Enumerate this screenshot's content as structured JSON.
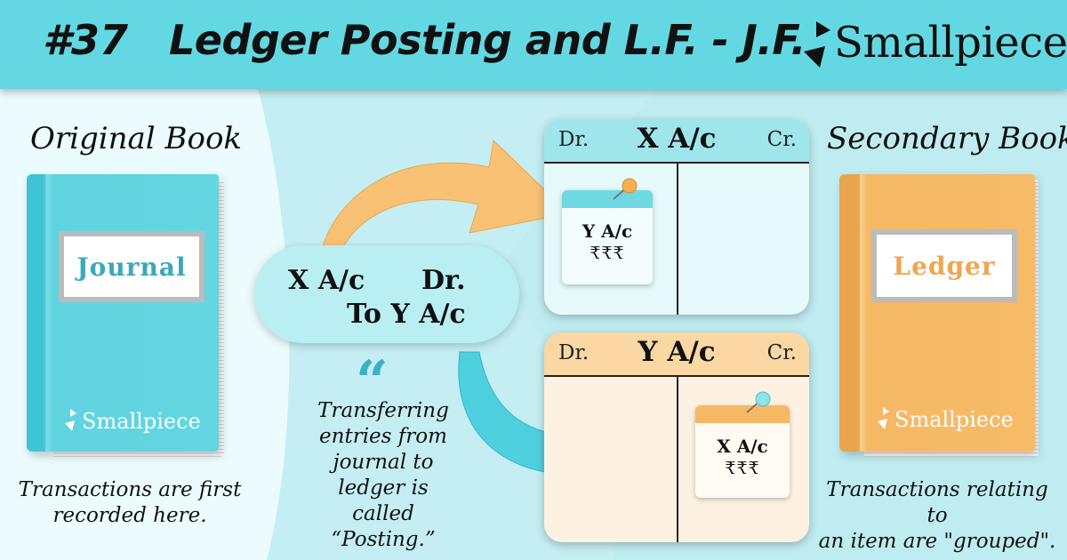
{
  "header": {
    "number": "#37",
    "title": "Ledger Posting and L.F. - J.F.",
    "brand": "Smallpiece"
  },
  "original_book": {
    "heading": "Original Book",
    "label": "Journal",
    "brand": "Smallpiece",
    "caption_line1": "Transactions are first",
    "caption_line2": "recorded here."
  },
  "secondary_book": {
    "heading": "Secondary Book",
    "label": "Ledger",
    "brand": "Smallpiece",
    "caption_line1": "Transactions relating to",
    "caption_line2": "an item are \"grouped\"."
  },
  "journal_entry": {
    "debit_account": "X A/c",
    "debit_marker": "Dr.",
    "credit_line": "To Y A/c"
  },
  "posting_note": {
    "line1": "Transferring",
    "line2": "entries from",
    "line3": "journal to",
    "line4": "ledger is called",
    "line5": "“Posting.”"
  },
  "ledger_x": {
    "dr": "Dr.",
    "name": "X A/c",
    "cr": "Cr.",
    "note_account": "Y A/c",
    "note_amount": "₹₹₹"
  },
  "ledger_y": {
    "dr": "Dr.",
    "name": "Y A/c",
    "cr": "Cr.",
    "note_account": "X A/c",
    "note_amount": "₹₹₹"
  },
  "colors": {
    "teal": "#63d8e2",
    "orange": "#f7b863",
    "light_teal": "#b9eef3",
    "light_orange": "#fdf0dd"
  }
}
